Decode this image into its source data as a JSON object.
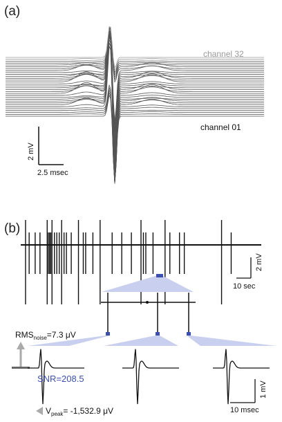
{
  "panels": {
    "a": {
      "label": "(a)",
      "channel_top_label": "channel 32",
      "channel_bottom_label": "channel  01",
      "scalebar": {
        "y_label": "2 mV",
        "x_label": "2.5 msec"
      }
    },
    "b": {
      "label": "(b)",
      "scalebar": {
        "y_label": "2 mV",
        "x_label": "10 sec"
      },
      "zoom_scalebar": {
        "y_label": "1 mV",
        "x_label": "10 msec"
      },
      "rms_label": "RMS",
      "rms_sub": "noise",
      "rms_value": "=7.3 μV",
      "snr_label": "SNR=208.5",
      "vpeak_label": "V",
      "vpeak_sub": "peak",
      "vpeak_value": "= -1,532.9 μV"
    }
  },
  "colors": {
    "trace_a": "#555555",
    "trace_b": "#111111",
    "channel_top": "#999999",
    "highlight": "#3b4fb0",
    "highlight_light": "#c9cfee",
    "arrow": "#aaaaaa"
  },
  "chart_data": [
    {
      "type": "line",
      "panel": "a",
      "description_text": "",
      "channels": 32,
      "first_channel_label": "channel  01",
      "last_channel_label": "channel 32",
      "scalebar_voltage_mV": 2,
      "scalebar_time_ms": 2.5
    },
    {
      "type": "line",
      "panel": "b",
      "spike_times_fraction": [
        0.02,
        0.035,
        0.06,
        0.08,
        0.11,
        0.115,
        0.12,
        0.125,
        0.13,
        0.14,
        0.15,
        0.16,
        0.17,
        0.18,
        0.19,
        0.21,
        0.24,
        0.26,
        0.27,
        0.3,
        0.33,
        0.38,
        0.42,
        0.46,
        0.5,
        0.51,
        0.52,
        0.55,
        0.6,
        0.62,
        0.66,
        0.68,
        0.72,
        0.76
      ],
      "scalebar_voltage_mV": 2,
      "scalebar_time_s": 10,
      "zoom_scalebar_voltage_mV": 1,
      "zoom_scalebar_time_ms": 10,
      "rms_noise_uV": 7.3,
      "snr": 208.5,
      "v_peak_uV": -1532.9
    }
  ]
}
